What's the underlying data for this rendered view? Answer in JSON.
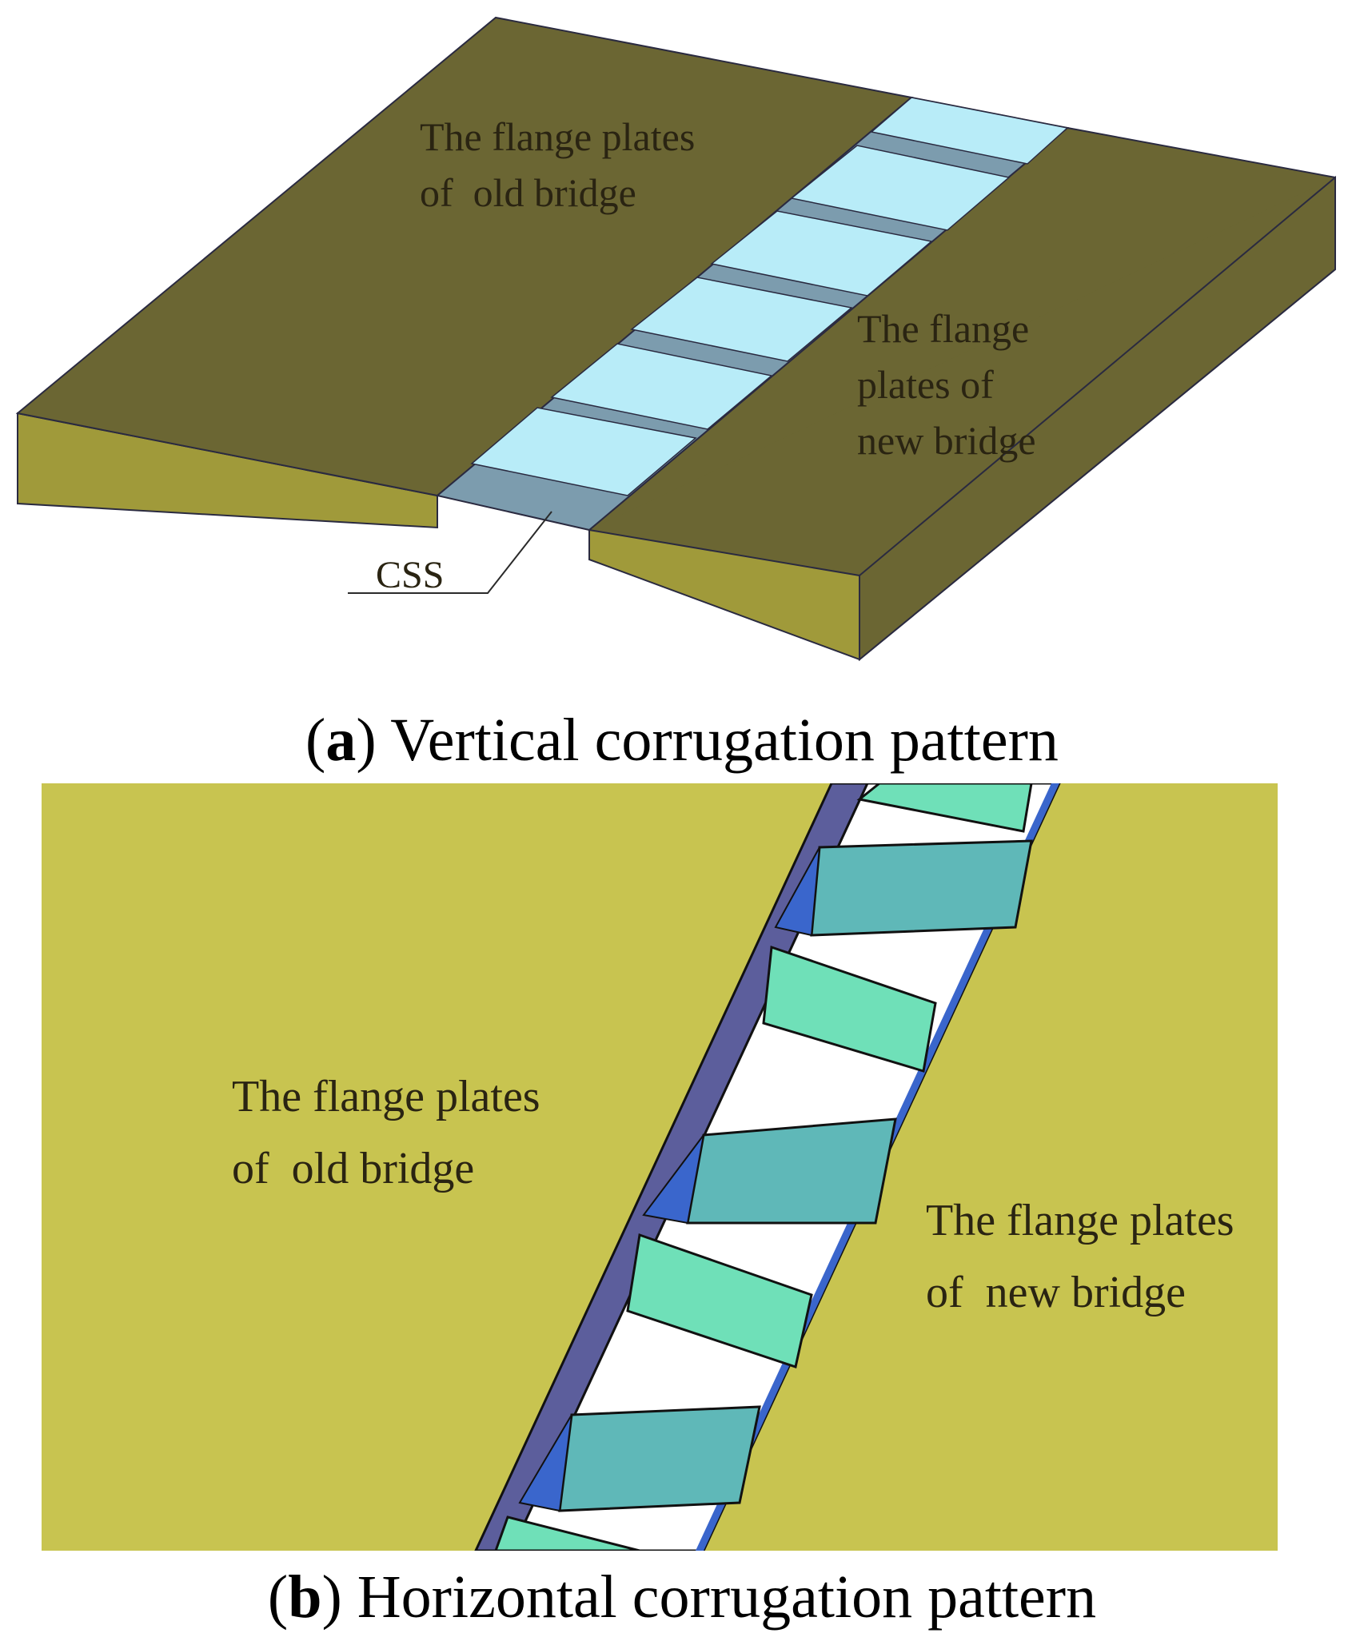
{
  "panel_a": {
    "old_bridge_label": [
      "The flange plates",
      "of  old bridge"
    ],
    "new_bridge_label": [
      "The flange",
      "plates of",
      "new bridge"
    ],
    "css_label": "CSS",
    "caption_letter": "a",
    "caption_text": "Vertical corrugation pattern"
  },
  "panel_b": {
    "old_bridge_label": [
      "The flange plates",
      "of  old bridge"
    ],
    "new_bridge_label": [
      "The flange plates",
      "of  new bridge"
    ],
    "caption_letter": "b",
    "caption_text": "Horizontal corrugation pattern"
  },
  "colors": {
    "deck_top": "#6b6633",
    "deck_side": "#a09a3a",
    "panel_b_background": "#c8c450",
    "corrugation_light": "#b8ecf8",
    "corrugation_dark": "#7c9cae",
    "corrugation_teal": "#5fb8b8",
    "corrugation_mint": "#6fe0b8",
    "edge_blue": "#3a66cc",
    "edge_purple": "#5c5e9c"
  }
}
